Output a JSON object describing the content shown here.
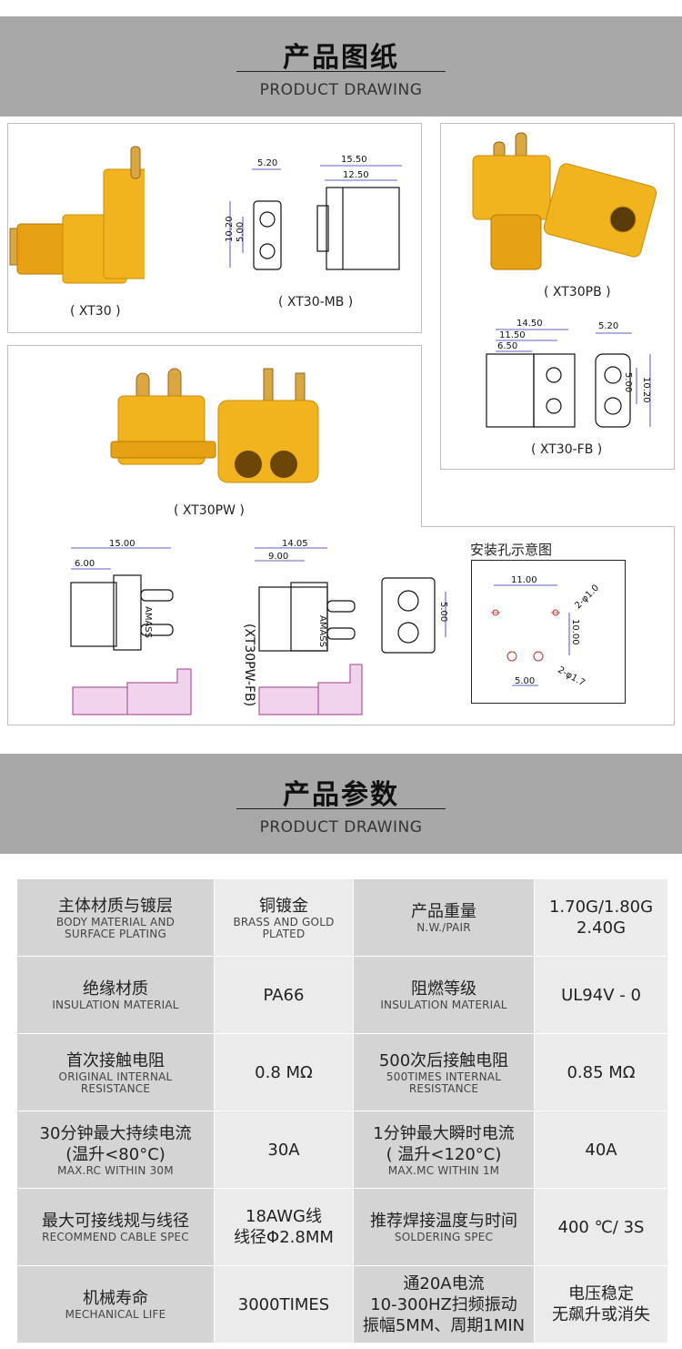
{
  "banner1": {
    "title_zh": "产品图纸",
    "title_en": "PRODUCT DRAWING"
  },
  "banner2": {
    "title_zh": "产品参数",
    "title_en": "PRODUCT DRAWING"
  },
  "drawing": {
    "xt30_caption": "( XT30 )",
    "xt30mb_caption": "( XT30-MB )",
    "xt30pb_caption": "( XT30PB )",
    "xt30fb_caption": "( XT30-FB )",
    "xt30pw_caption": "( XT30PW )",
    "xt30pwfb_caption": "(XT30PW-FB)",
    "hole_title": "安装孔示意图",
    "mb_dims": {
      "d1": "5.20",
      "d2": "15.50",
      "d3": "12.50",
      "d4": "10.20",
      "d5": "5.00"
    },
    "fb_dims": {
      "d1": "14.50",
      "d2": "11.50",
      "d3": "6.50",
      "d4": "5.20",
      "d5": "5.00",
      "d6": "10.20"
    },
    "pwfb_dims": {
      "d1": "15.00",
      "d2": "6.00",
      "d3": "14.05",
      "d4": "9.00",
      "d5": "5.00"
    },
    "hole_dims": {
      "d1": "11.00",
      "d2": "2-φ1.0",
      "d3": "10.00",
      "d4": "5.00",
      "d5": "2-φ1.7"
    },
    "brand_mark": "AMASS"
  },
  "specs": [
    {
      "l_zh": "主体材质与镀层",
      "l_en": "BODY MATERIAL AND\nSURFACE PLATING",
      "v1": "铜镀金",
      "v1_en": "BRASS AND GOLD\nPLATED",
      "r_zh": "产品重量",
      "r_en": "N.W./PAIR",
      "v2": "1.70G/1.80G\n2.40G"
    },
    {
      "l_zh": "绝缘材质",
      "l_en": "INSULATION MATERIAL",
      "v1": "PA66",
      "v1_en": "",
      "r_zh": "阻燃等级",
      "r_en": "INSULATION MATERIAL",
      "v2": "UL94V - 0"
    },
    {
      "l_zh": "首次接触电阻",
      "l_en": "ORIGINAL INTERNAL\nRESISTANCE",
      "v1": "0.8 MΩ",
      "v1_en": "",
      "r_zh": "500次后接触电阻",
      "r_en": "500TIMES INTERNAL\nRESISTANCE",
      "v2": "0.85 MΩ"
    },
    {
      "l_zh": "30分钟最大持续电流\n(温升<80°C)",
      "l_en": "MAX.RC WITHIN 30M",
      "v1": "30A",
      "v1_en": "",
      "r_zh": "1分钟最大瞬时电流\n( 温升<120°C)",
      "r_en": "MAX.MC WITHIN 1M",
      "v2": "40A"
    },
    {
      "l_zh": "最大可接线规与线径",
      "l_en": "RECOMMEND CABLE SPEC",
      "v1": "18AWG线\n线径Φ2.8MM",
      "v1_en": "",
      "r_zh": "推荐焊接温度与时间",
      "r_en": "SOLDERING SPEC",
      "v2": "400 ℃/ 3S"
    },
    {
      "l_zh": "机械寿命",
      "l_en": "MECHANICAL LIFE",
      "v1": "3000TIMES",
      "v1_en": "",
      "r_zh": "通20A电流\n10-300HZ扫频振动\n振幅5MM、周期1MIN",
      "r_en": "",
      "v2": "电压稳定\n无飙升或消失"
    }
  ]
}
